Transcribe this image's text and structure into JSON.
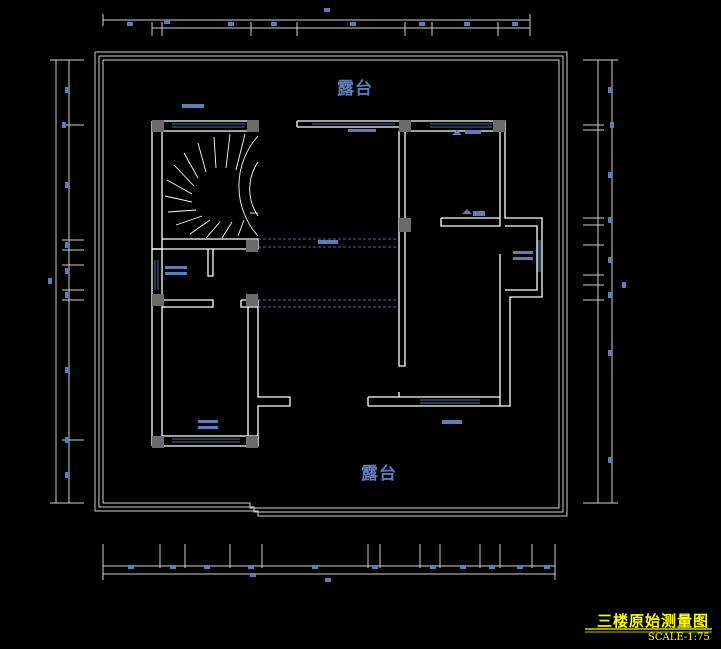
{
  "drawing": {
    "title": "三楼原始测量图",
    "scale": "SCALE-1:75",
    "terrace_label_top": "露台",
    "terrace_label_bottom": "露台"
  },
  "colors": {
    "background": "#000000",
    "wall": "#ffffff",
    "column": "#6b6b6b",
    "dimension": "#5a7fb8",
    "title": "#ffff00"
  }
}
